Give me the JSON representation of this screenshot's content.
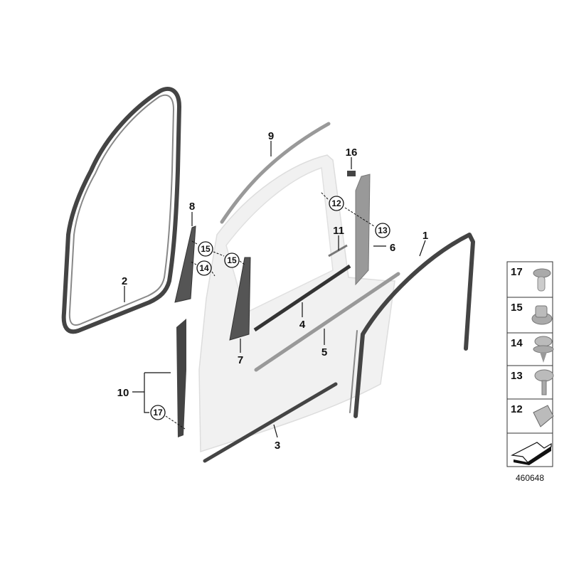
{
  "diagram": {
    "labels": {
      "l1": "1",
      "l2": "2",
      "l3": "3",
      "l4": "4",
      "l5": "5",
      "l6": "6",
      "l7": "7",
      "l8": "8",
      "l9": "9",
      "l10": "10",
      "l11": "11",
      "l12": "12",
      "l13": "13",
      "l14": "14",
      "l15a": "15",
      "l15b": "15",
      "l16": "16",
      "l17": "17"
    },
    "legend": [
      {
        "num": "17",
        "icon": "clip-icon"
      },
      {
        "num": "15",
        "icon": "nut-clip-icon"
      },
      {
        "num": "14",
        "icon": "expanding-rivet-icon"
      },
      {
        "num": "13",
        "icon": "screw-icon"
      },
      {
        "num": "12",
        "icon": "clamp-nut-icon"
      },
      {
        "num": "",
        "icon": "arrow-icon"
      }
    ],
    "reference_number": "460648"
  }
}
